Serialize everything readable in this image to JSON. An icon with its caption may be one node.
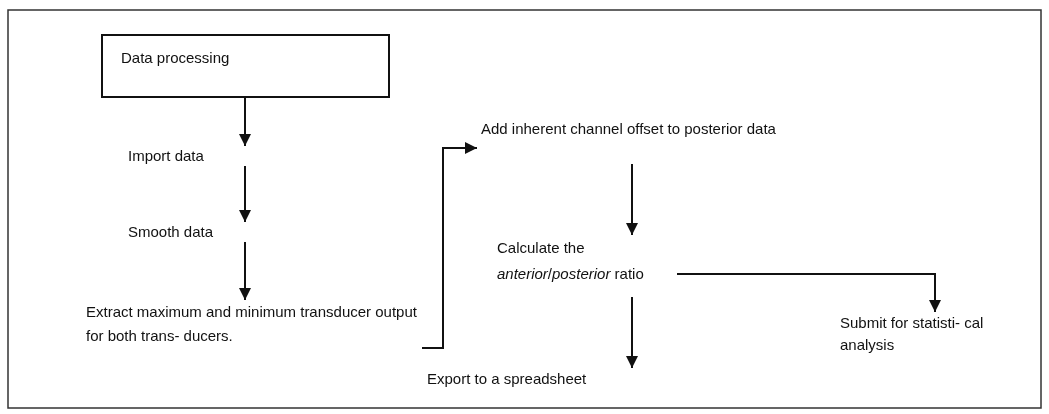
{
  "diagram": {
    "nodes": [
      {
        "text": [
          "Data processing"
        ]
      },
      {
        "text": [
          "Import data"
        ]
      },
      {
        "text": [
          "Smooth data"
        ]
      },
      {
        "text": [
          "Extract maximum and minimum transducer output for both trans- ducers."
        ]
      },
      {
        "text": [
          "Add inherent channel offset to posterior data"
        ]
      },
      {
        "text": [
          "Calculate the *anterior*/*posterior* ratio"
        ]
      },
      {
        "text": [
          "Export to a spreadsheet"
        ]
      },
      {
        "text": [
          "Submit for statisti- cal analysis"
        ]
      }
    ],
    "edges": [
      {
        "from": 0,
        "to": 1,
        "arrow": "to"
      },
      {
        "from": 1,
        "to": 2,
        "arrow": "to"
      },
      {
        "from": 2,
        "to": 3,
        "arrow": "to"
      },
      {
        "from": 3,
        "to": 4,
        "arrow": "to"
      },
      {
        "from": 4,
        "to": 5,
        "arrow": "to"
      },
      {
        "from": 5,
        "to": 6,
        "arrow": "to"
      },
      {
        "from": 5,
        "to": 7,
        "arrow": "to"
      }
    ]
  }
}
